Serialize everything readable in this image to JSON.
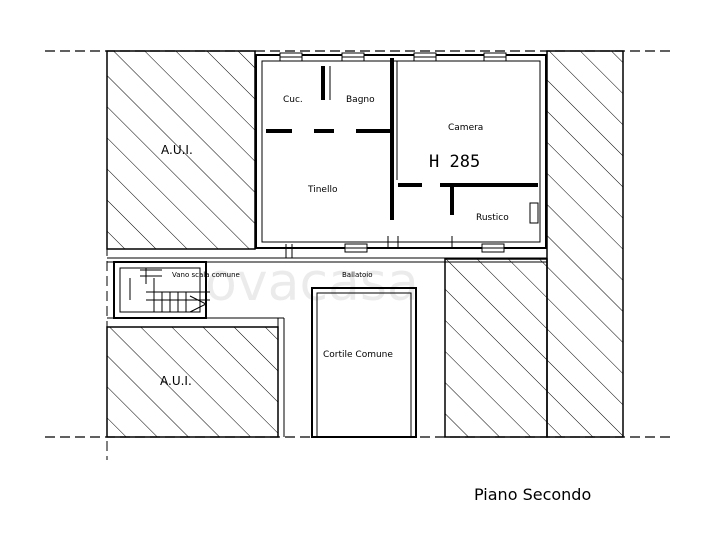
{
  "labels": {
    "aui_top": "A.U.I.",
    "aui_bottom": "A.U.I.",
    "cucina": "Cuc.",
    "bagno": "Bagno",
    "camera": "Camera",
    "height": "H 285",
    "tinello": "Tinello",
    "rustico": "Rustico",
    "vano_scala": "Vano scala comune",
    "ballatoio": "Ballatoio",
    "cortile": "Cortile Comune",
    "floor_title": "Piano Secondo"
  },
  "watermark": "ovacasa"
}
